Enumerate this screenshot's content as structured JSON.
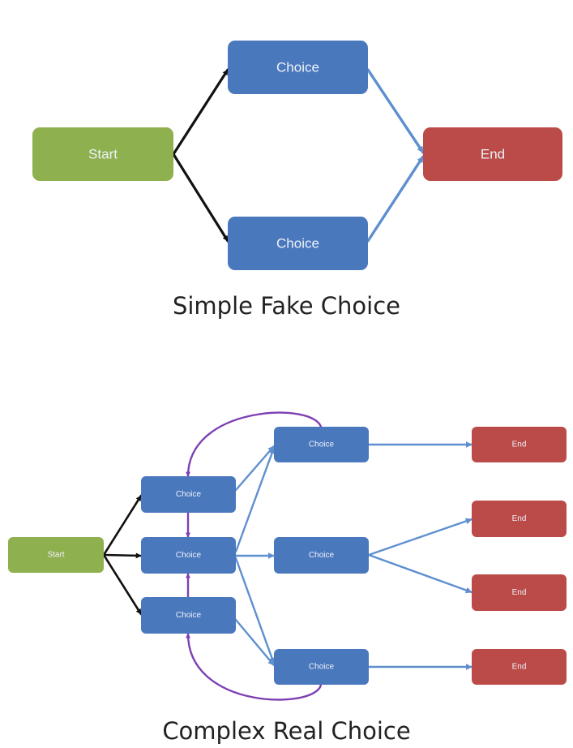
{
  "colors": {
    "start": "#8fb04f",
    "choice": "#4a78bd",
    "end": "#bb4b48",
    "arrow_black": "#111111",
    "arrow_blue": "#5e8fcf",
    "arrow_purple": "#7d3fb2",
    "label": "#eef2fa"
  },
  "simple": {
    "caption": "Simple Fake Choice",
    "nodes": [
      {
        "id": "start",
        "type": "start",
        "label": "Start"
      },
      {
        "id": "choice1",
        "type": "choice",
        "label": "Choice"
      },
      {
        "id": "choice2",
        "type": "choice",
        "label": "Choice"
      },
      {
        "id": "end",
        "type": "end",
        "label": "End"
      }
    ],
    "edges": [
      {
        "from": "start",
        "to": "choice1",
        "color": "black"
      },
      {
        "from": "start",
        "to": "choice2",
        "color": "black"
      },
      {
        "from": "choice1",
        "to": "end",
        "color": "blue"
      },
      {
        "from": "choice2",
        "to": "end",
        "color": "blue"
      }
    ]
  },
  "complex": {
    "caption": "Complex Real Choice",
    "nodes": [
      {
        "id": "start",
        "type": "start",
        "label": "Start"
      },
      {
        "id": "c_top",
        "type": "choice",
        "label": "Choice"
      },
      {
        "id": "c_mid",
        "type": "choice",
        "label": "Choice"
      },
      {
        "id": "c_bot",
        "type": "choice",
        "label": "Choice"
      },
      {
        "id": "d1",
        "type": "choice",
        "label": "Choice"
      },
      {
        "id": "d2",
        "type": "choice",
        "label": "Choice"
      },
      {
        "id": "d3",
        "type": "choice",
        "label": "Choice"
      },
      {
        "id": "e1",
        "type": "end",
        "label": "End"
      },
      {
        "id": "e2",
        "type": "end",
        "label": "End"
      },
      {
        "id": "e3",
        "type": "end",
        "label": "End"
      },
      {
        "id": "e4",
        "type": "end",
        "label": "End"
      }
    ],
    "edges": [
      {
        "from": "start",
        "to": "c_top",
        "color": "black"
      },
      {
        "from": "start",
        "to": "c_mid",
        "color": "black"
      },
      {
        "from": "start",
        "to": "c_bot",
        "color": "black"
      },
      {
        "from": "c_top",
        "to": "d1",
        "color": "blue"
      },
      {
        "from": "c_mid",
        "to": "d1",
        "color": "blue"
      },
      {
        "from": "c_mid",
        "to": "d2",
        "color": "blue"
      },
      {
        "from": "c_mid",
        "to": "d3",
        "color": "blue"
      },
      {
        "from": "c_bot",
        "to": "d3",
        "color": "blue"
      },
      {
        "from": "d1",
        "to": "e1",
        "color": "blue"
      },
      {
        "from": "d2",
        "to": "e2",
        "color": "blue"
      },
      {
        "from": "d2",
        "to": "e3",
        "color": "blue"
      },
      {
        "from": "d3",
        "to": "e4",
        "color": "blue"
      },
      {
        "from": "c_top",
        "to": "c_mid",
        "color": "purple"
      },
      {
        "from": "c_bot",
        "to": "c_mid",
        "color": "purple"
      },
      {
        "from": "d1",
        "to": "c_top",
        "color": "purple",
        "curved": true
      },
      {
        "from": "d3",
        "to": "c_bot",
        "color": "purple",
        "curved": true
      }
    ]
  }
}
